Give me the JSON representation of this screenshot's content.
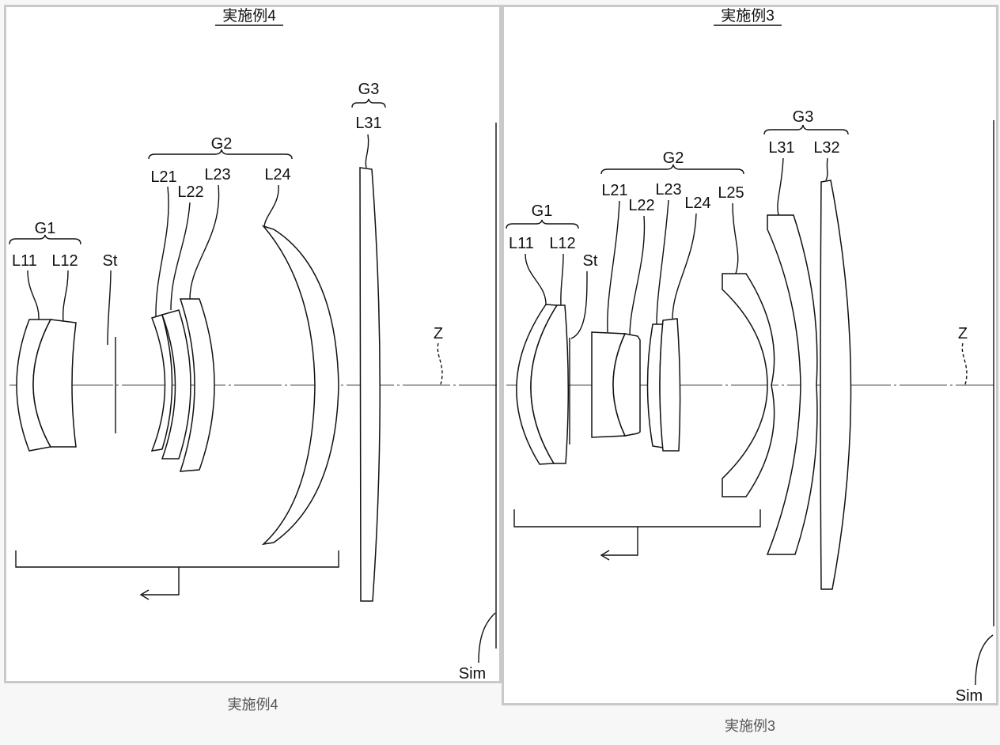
{
  "colors": {
    "panel_border": "#c9c9c9",
    "line": "#111111",
    "caption": "#555555",
    "page_bg": "#f7f7f7"
  },
  "left": {
    "title": "実施例4",
    "caption": "実施例4",
    "groups": {
      "g1": "G1",
      "g2": "G2",
      "g3": "G3"
    },
    "lenses": {
      "l11": "L11",
      "l12": "L12",
      "l21": "L21",
      "l22": "L22",
      "l23": "L23",
      "l24": "L24",
      "l31": "L31"
    },
    "stop": "St",
    "axis": "Z",
    "image_plane": "Sim"
  },
  "right": {
    "title": "実施例3",
    "caption": "実施例3",
    "groups": {
      "g1": "G1",
      "g2": "G2",
      "g3": "G3"
    },
    "lenses": {
      "l11": "L11",
      "l12": "L12",
      "l21": "L21",
      "l22": "L22",
      "l23": "L23",
      "l24": "L24",
      "l25": "L25",
      "l31": "L31",
      "l32": "L32"
    },
    "stop": "St",
    "axis": "Z",
    "image_plane": "Sim"
  }
}
